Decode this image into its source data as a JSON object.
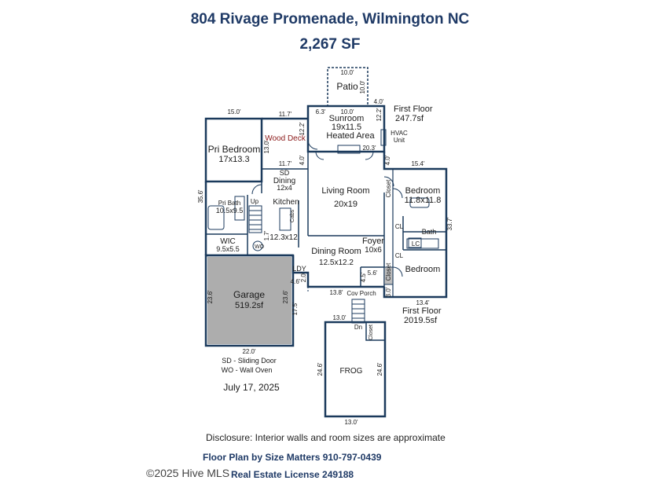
{
  "header": {
    "address": "804 Rivage Promenade, Wilmington NC",
    "total_sf": "2,267 SF"
  },
  "rooms": {
    "patio": "Patio",
    "sunroom": [
      "Sunroom",
      "19x11.5",
      "Heated Area"
    ],
    "wood_deck": "Wood Deck",
    "pri_bedroom": [
      "Pri Bedroom",
      "17x13.3"
    ],
    "sd_dining": [
      "SD",
      "Dining",
      "12x4"
    ],
    "living_room": [
      "Living Room",
      "20x19"
    ],
    "bedroom1": [
      "Bedroom",
      "11.8x11.8"
    ],
    "bedroom2": "Bedroom",
    "pri_bath": [
      "Pri Bath",
      "10.5x9.5"
    ],
    "kitchen": [
      "Kitchen",
      "12.3x12"
    ],
    "wic": [
      "WIC",
      "9.5x5.5"
    ],
    "dining_room": [
      "Dining Room",
      "12.5x12.2"
    ],
    "foyer": [
      "Foyer",
      "10x6"
    ],
    "garage": [
      "Garage",
      "519.2sf"
    ],
    "frog": "FROG",
    "bath": "Bath",
    "ldy": "LDY",
    "hvac": [
      "HVAC",
      "Unit"
    ],
    "up": "Up",
    "dn": "Dn",
    "closet": "Closet",
    "cl": "CL",
    "lc": "LC",
    "cabs": "Cabs",
    "wo": "WO",
    "cov_porch": "Cov Porch"
  },
  "areas": {
    "first_floor_top": [
      "First Floor",
      "247.7sf"
    ],
    "first_floor_bottom": [
      "First Floor",
      "2019.5sf"
    ]
  },
  "dimensions": {
    "d_10_0a": "10.0'",
    "d_10_0b": "10.0'",
    "d_10_0c": "10.0'",
    "d_4_0a": "4.0'",
    "d_15_0": "15.0'",
    "d_11_7a": "11.7'",
    "d_6_3": "6.3'",
    "d_12_2": "12.2'",
    "d_12_2b": "12.2'",
    "d_13_0a": "13.0'",
    "d_20_3": "20.3'",
    "d_4_0b": "4.0'",
    "d_4_0c": "4.0'",
    "d_11_7b": "11.7'",
    "d_15_4": "15.4'",
    "d_35_6": "35.6'",
    "d_33_7": "33.7'",
    "d_1_7": "1.7'",
    "d_4_6": "4.6'",
    "d_2_0": "2.0'",
    "d_4_5": "4.5'",
    "d_5_6": "5.6'",
    "d_3_0": "3.0'",
    "d_23_6a": "23.6'",
    "d_23_6b": "23.6'",
    "d_17_5": "17.5'",
    "d_13_8": "13.8'",
    "d_13_4": "13.4'",
    "d_22_0": "22.0'",
    "d_13_0b": "13.0'",
    "d_24_6a": "24.6'",
    "d_24_6b": "24.6'",
    "d_13_0c": "13.0'"
  },
  "legend": {
    "sd": "SD - Sliding Door",
    "wo": "WO - Wall Oven",
    "date": "July 17, 2025"
  },
  "footer": {
    "disclosure": "Disclosure: Interior walls and room sizes are approximate",
    "company": "Floor Plan by Size Matters 910-797-0439",
    "watermark": "©2025 Hive MLS",
    "license": "Real Estate License 249188"
  },
  "colors": {
    "wall": "#1b3a5c",
    "garage_fill": "#adadad",
    "title": "#1f3a66",
    "deck_text": "#8b1a1a"
  }
}
